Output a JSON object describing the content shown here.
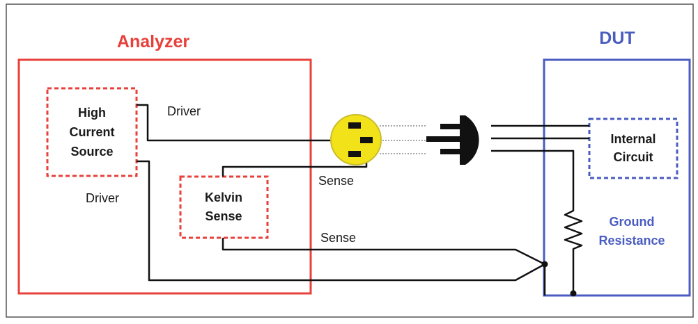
{
  "colors": {
    "analyzer": "#e8403a",
    "dut": "#4a5cc0",
    "wire": "#111111",
    "connector": "#f2e21a",
    "text": "#1a1a1a"
  },
  "analyzer": {
    "title": "Analyzer",
    "source_lines": [
      "High",
      "Current",
      "Source"
    ],
    "kelvin_lines": [
      "Kelvin",
      "Sense"
    ]
  },
  "dut": {
    "title": "DUT",
    "circuit_lines": [
      "Internal",
      "Circuit"
    ],
    "ground_lines": [
      "Ground",
      "Resistance"
    ]
  },
  "labels": {
    "driver_top": "Driver",
    "driver_bottom": "Driver",
    "sense_upper": "Sense",
    "sense_lower": "Sense"
  },
  "icons": {
    "connector": "three-pin-socket-icon",
    "plug": "plug-icon",
    "resistor": "resistor-icon"
  }
}
